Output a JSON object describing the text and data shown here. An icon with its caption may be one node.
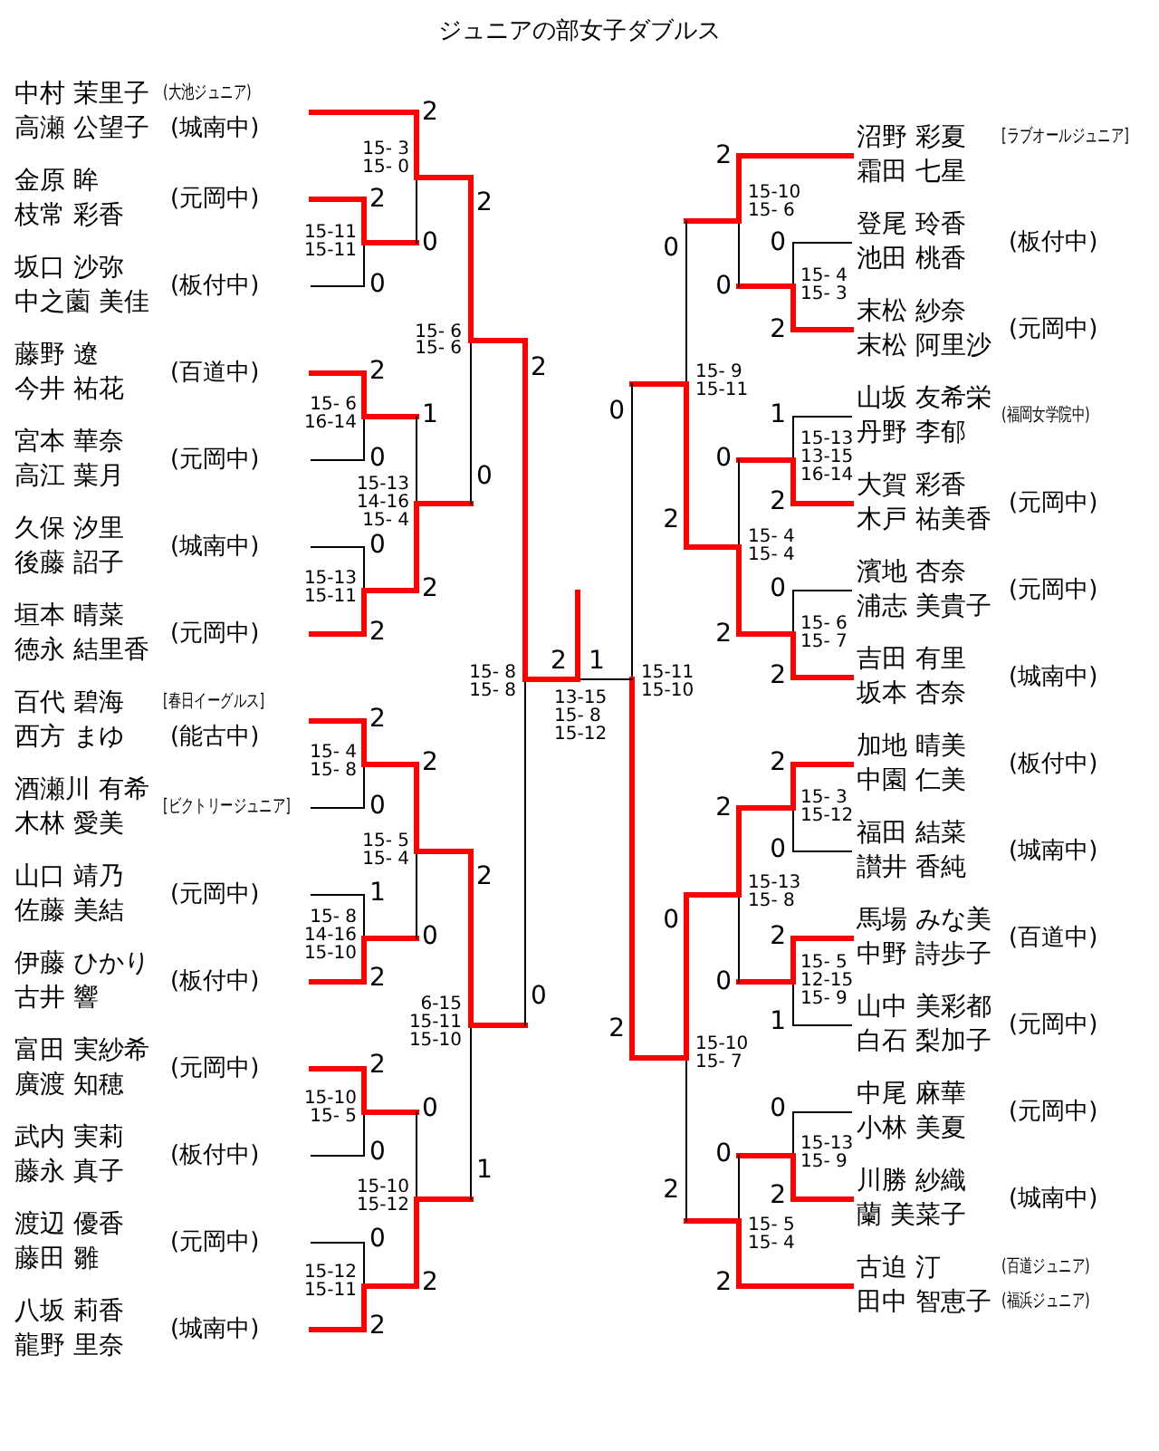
{
  "diagram": {
    "title": "ジュニアの部女子ダブルス",
    "nodes": [
      {
        "text": [
          "中村 茉里子",
          "(大池ジュニア)",
          "高瀬 公望子",
          "(城南中)"
        ]
      },
      {
        "text": [
          "金原 眸",
          "枝常 彩香",
          "(元岡中)"
        ]
      },
      {
        "text": [
          "坂口 沙弥",
          "中之薗 美佳",
          "(板付中)"
        ]
      },
      {
        "text": [
          "藤野 遼",
          "今井 祐花",
          "(百道中)"
        ]
      },
      {
        "text": [
          "宮本 華奈",
          "高江 葉月",
          "(元岡中)"
        ]
      },
      {
        "text": [
          "久保 汐里",
          "後藤 詔子",
          "(城南中)"
        ]
      },
      {
        "text": [
          "垣本 晴菜",
          "徳永 結里香",
          "(元岡中)"
        ]
      },
      {
        "text": [
          "百代 碧海",
          "[春日イーグルス]",
          "西方 まゆ",
          "(能古中)"
        ]
      },
      {
        "text": [
          "酒瀬川 有希",
          "木林 愛美",
          "[ビクトリージュニア]"
        ]
      },
      {
        "text": [
          "山口 靖乃",
          "佐藤 美結",
          "(元岡中)"
        ]
      },
      {
        "text": [
          "伊藤 ひかり",
          "古井 響",
          "(板付中)"
        ]
      },
      {
        "text": [
          "富田 実紗希",
          "廣渡 知穂",
          "(元岡中)"
        ]
      },
      {
        "text": [
          "武内 実莉",
          "藤永 真子",
          "(板付中)"
        ]
      },
      {
        "text": [
          "渡辺 優香",
          "藤田 雛",
          "(元岡中)"
        ]
      },
      {
        "text": [
          "八坂 莉香",
          "龍野 里奈",
          "(城南中)"
        ]
      },
      {
        "text": [
          "沼野 彩夏",
          "[ラブオールジュニア]",
          "霜田 七星"
        ]
      },
      {
        "text": [
          "登尾 玲香",
          "池田 桃香",
          "(板付中)"
        ]
      },
      {
        "text": [
          "末松 紗奈",
          "末松 阿里沙",
          "(元岡中)"
        ]
      },
      {
        "text": [
          "山坂 友希栄",
          "丹野 李郁",
          "(福岡女学院中)"
        ]
      },
      {
        "text": [
          "大賀 彩香",
          "木戸 祐美香",
          "(元岡中)"
        ]
      },
      {
        "text": [
          "濱地 杏奈",
          "浦志 美貴子",
          "(元岡中)"
        ]
      },
      {
        "text": [
          "吉田 有里",
          "坂本 杏奈",
          "(城南中)"
        ]
      },
      {
        "text": [
          "加地 晴美",
          "中園 仁美",
          "(板付中)"
        ]
      },
      {
        "text": [
          "福田 結菜",
          "讃井 香純",
          "(城南中)"
        ]
      },
      {
        "text": [
          "馬場 みな美",
          "中野 詩歩子",
          "(百道中)"
        ]
      },
      {
        "text": [
          "山中 美彩都",
          "白石 梨加子",
          "(元岡中)"
        ]
      },
      {
        "text": [
          "中尾 麻華",
          "小林 美夏",
          "(元岡中)"
        ]
      },
      {
        "text": [
          "川勝 紗織",
          "蘭 美菜子",
          "(城南中)"
        ]
      },
      {
        "text": [
          "古迫 汀",
          "(百道ジュニア)",
          "田中 智恵子",
          "(福浜ジュニア)"
        ]
      }
    ],
    "labels": [
      "2",
      "0",
      "15-11",
      "15-11",
      "2",
      "0",
      "15- 6",
      "16-14",
      "0",
      "2",
      "15-13",
      "15-11",
      "2",
      "0",
      "15- 4",
      "15- 8",
      "1",
      "2",
      "15- 8",
      "14-16",
      "15-10",
      "2",
      "0",
      "15-10",
      "15- 5",
      "0",
      "2",
      "15-12",
      "15-11",
      "2",
      "0",
      "15- 3",
      "15- 0",
      "1",
      "2",
      "15-13",
      "14-16",
      "15- 4",
      "2",
      "0",
      "15- 5",
      "15- 4",
      "0",
      "2",
      "15-10",
      "15-12",
      "2",
      "0",
      "15- 6",
      "15- 6",
      "2",
      "1",
      "6-15",
      "15-11",
      "15-10",
      "2",
      "0",
      "15- 8",
      "15- 8",
      "2",
      "1",
      "13-15",
      "15- 8",
      "15-12",
      "0",
      "2",
      "15-11",
      "15-10",
      "0",
      "2",
      "15- 9",
      "15-11",
      "0",
      "2",
      "15-10",
      "15- 7",
      "2",
      "0",
      "15-10",
      "15- 6",
      "0",
      "2",
      "15- 4",
      "15- 4",
      "2",
      "0",
      "15-13",
      "15- 8",
      "0",
      "2",
      "15- 5",
      "15- 4",
      "0",
      "2",
      "15- 4",
      "15- 3",
      "1",
      "2",
      "15-13",
      "13-15",
      "16-14",
      "0",
      "2",
      "15- 6",
      "15- 7",
      "2",
      "0",
      "15- 3",
      "15-12",
      "2",
      "1",
      "15- 5",
      "12-15",
      "15- 9",
      "0",
      "2",
      "15-13",
      "15- 9"
    ]
  }
}
